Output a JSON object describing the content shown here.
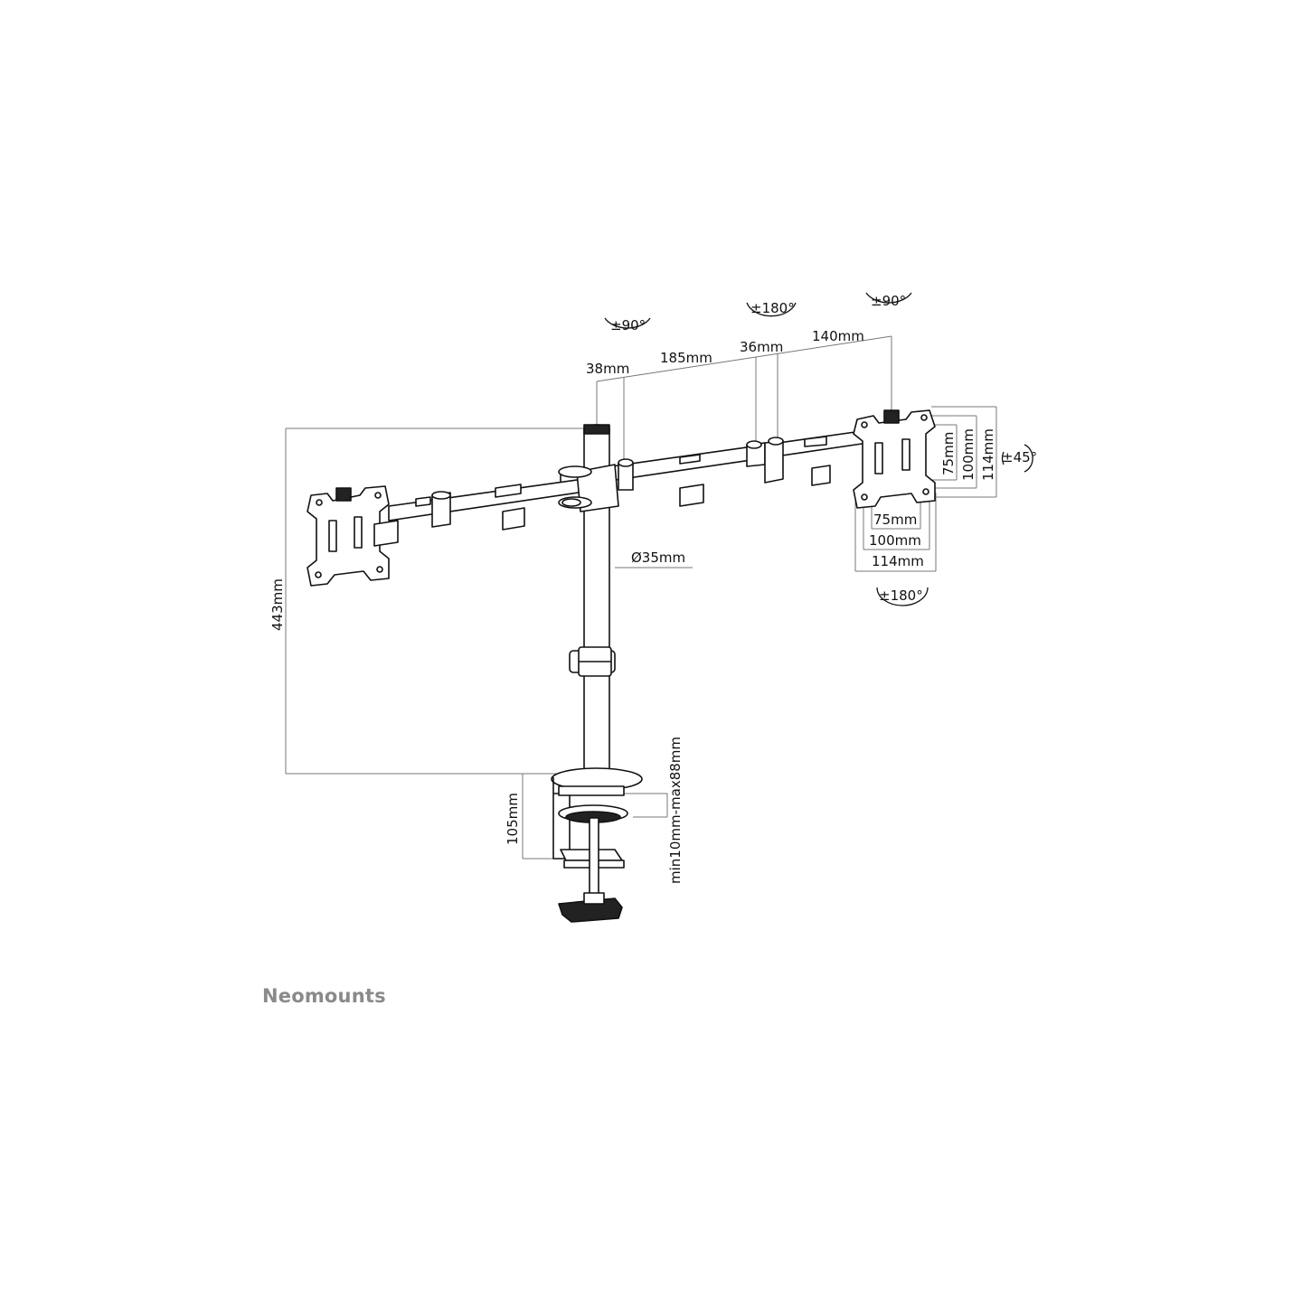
{
  "brand": {
    "name": "Neomounts",
    "color": "#8a8a8a"
  },
  "colors": {
    "line": "#111111",
    "dimension_line": "#777777",
    "background": "#ffffff"
  },
  "angles": {
    "left_arm_rotation": "±90°",
    "middle_joint_rotation": "±180°",
    "right_arm_rotation": "±90°",
    "tilt": "±45°",
    "screen_rotation": "±180°"
  },
  "dimensions": {
    "pole_offset": "38mm",
    "arm_segment_1": "185mm",
    "joint_offset": "36mm",
    "arm_segment_2": "140mm",
    "pole_diameter": "Ø35mm",
    "total_height": "443mm",
    "clamp_height": "105mm",
    "desk_thickness": "min10mm-max88mm",
    "vesa_75_h": "75mm",
    "vesa_100_h": "100mm",
    "vesa_114_h": "114mm",
    "vesa_75_w": "75mm",
    "vesa_100_w": "100mm",
    "vesa_114_w": "114mm"
  }
}
